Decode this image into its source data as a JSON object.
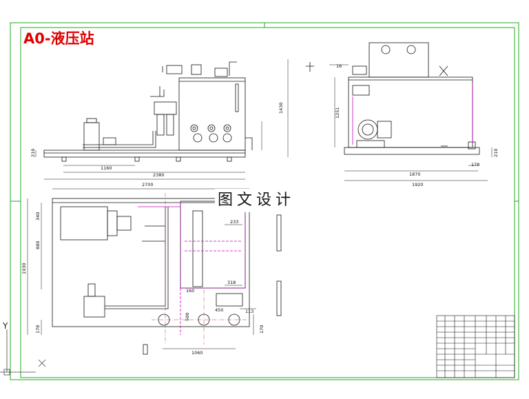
{
  "drawing": {
    "title": "A0-液压站",
    "watermark": "图文设计",
    "ucs": {
      "x_axis": "X",
      "y_axis": "Y"
    },
    "front_view_dims": {
      "d210": "210",
      "d1160": "1160",
      "d2380": "2380",
      "d1430": "1430"
    },
    "side_view_dims": {
      "d16": "16",
      "d1251": "1251",
      "d210": "210",
      "d1870": "1870",
      "d1920": "1920",
      "d178": "178"
    },
    "plan_view_dims": {
      "d2700": "2700",
      "d340": "340",
      "d880": "880",
      "d1930": "1930",
      "d233": "233",
      "d318": "318",
      "d113": "113",
      "d500": "500",
      "d450": "450",
      "d170": "170",
      "d178": "178",
      "d1060": "1060",
      "d160": "160"
    },
    "colors": {
      "frame": "#1fa81f",
      "outline": "#111111",
      "pipe": "#c000c0",
      "centerline": "#c83030",
      "title": "#e00000"
    }
  }
}
